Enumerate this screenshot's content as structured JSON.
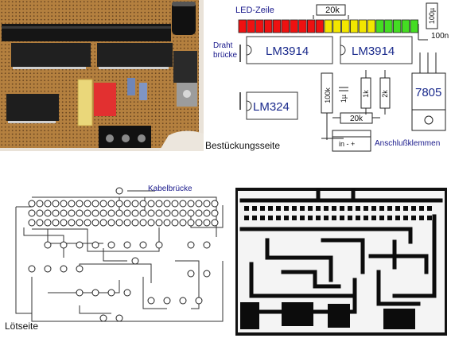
{
  "assembly_side": {
    "title": "Bestückungsseite",
    "led_bar_label": "LED-Zeile",
    "wire_bridge_label_1": "Draht",
    "wire_bridge_label_2": "brücke",
    "ic1": "LM3914",
    "ic2": "LM3914",
    "ic3": "LM324",
    "regulator": "7805",
    "resistor_top": "20k",
    "resistor_bottom": "20k",
    "pot": "100k",
    "cap_small": "1µ",
    "r1": "1k",
    "r2": "2k",
    "cap_100u": "100µ",
    "cap_100n": "100n",
    "terminals_label": "Anschlußklemmen",
    "terminal_pins": "in  -  +"
  },
  "solder_side": {
    "title": "Lötseite",
    "cable_bridge_label": "Kabelbrücke"
  },
  "colors": {
    "led_red": "#ee1111",
    "led_yellow": "#f2e600",
    "led_green": "#44dd22",
    "ink_blue": "#1a2a8c",
    "board_brown": "#b07a3e"
  }
}
